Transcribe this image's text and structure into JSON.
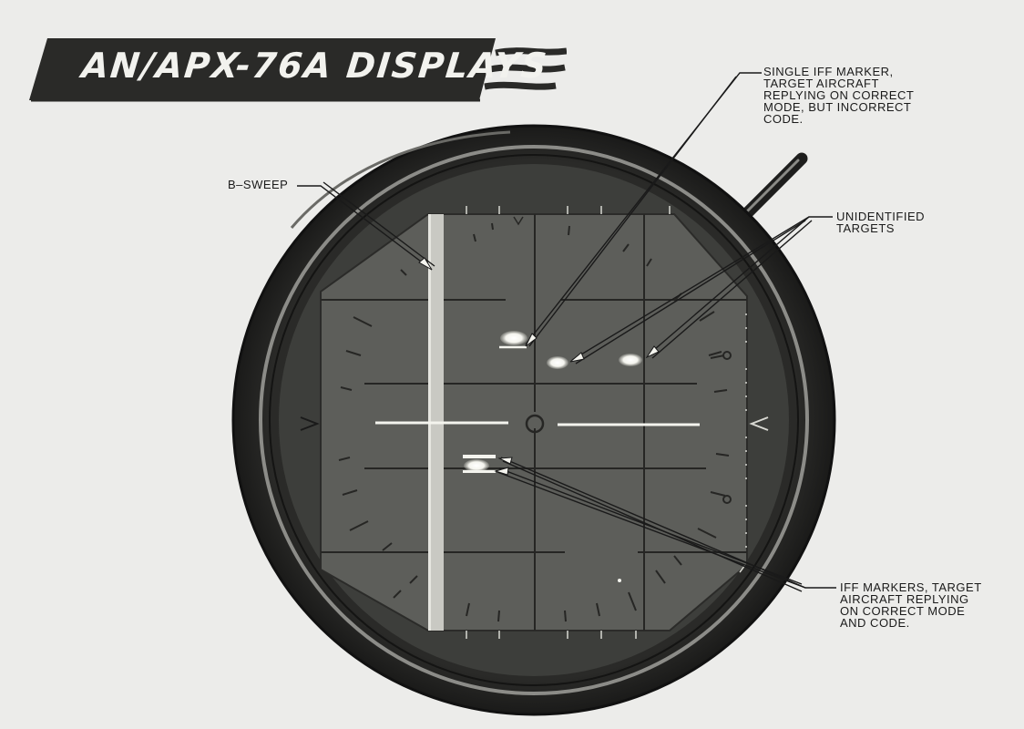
{
  "banner": {
    "title": "AN/APX-76A DISPLAYS"
  },
  "callouts": {
    "b_sweep": {
      "lines": [
        "B–SWEEP"
      ]
    },
    "single_iff_marker": {
      "lines": [
        "SINGLE IFF MARKER,",
        "TARGET AIRCRAFT",
        "REPLYING ON CORRECT",
        "MODE, BUT INCORRECT",
        "CODE."
      ]
    },
    "unidentified_targets": {
      "lines": [
        "UNIDENTIFIED",
        "TARGETS"
      ]
    },
    "iff_markers": {
      "lines": [
        "IFF MARKERS, TARGET",
        "AIRCRAFT REPLYING",
        "ON CORRECT MODE",
        "AND CODE."
      ]
    }
  },
  "colors": {
    "banner": "#2a2a28",
    "bezel": "#1e1e1d",
    "screen": "#5d5e5a",
    "ink": "#1a1a1a",
    "blip": "#f4f4ee"
  }
}
